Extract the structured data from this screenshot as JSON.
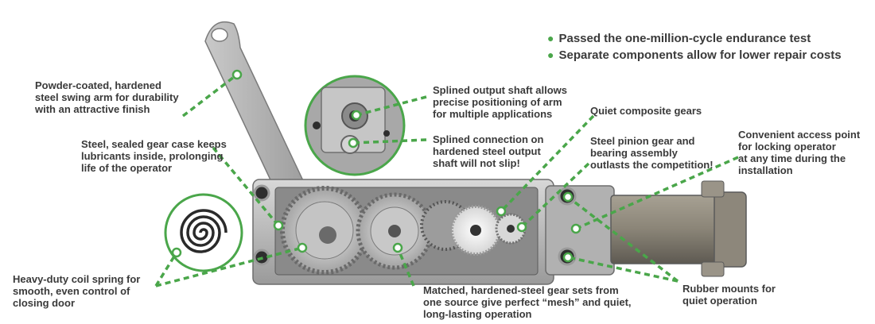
{
  "bullets": [
    "Passed the one-million-cycle endurance test",
    "Separate components allow for lower repair costs"
  ],
  "callouts": {
    "swing_arm": [
      "Powder-coated, hardened",
      "steel swing arm for durability",
      "with an attractive finish"
    ],
    "gear_case": [
      "Steel, sealed gear case keeps",
      "lubricants inside, prolonging",
      "life of the operator"
    ],
    "coil_spring": [
      "Heavy-duty coil spring for",
      "smooth, even control of",
      "closing door"
    ],
    "output_shaft": [
      "Splined output shaft allows",
      "precise positioning of arm",
      "for multiple applications"
    ],
    "splined_connection": [
      "Splined connection on",
      "hardened steel output",
      "shaft will not slip!"
    ],
    "composite_gears": [
      "Quiet composite gears"
    ],
    "pinion_gear": [
      "Steel pinion gear and",
      "bearing assembly",
      "outlasts the competition!"
    ],
    "access_point": [
      "Convenient access point",
      "for locking operator",
      "at any time during the",
      "installation"
    ],
    "gear_sets": [
      "Matched, hardened-steel gear sets from",
      "one source give perfect “mesh” and quiet,",
      "long-lasting operation"
    ],
    "rubber_mounts": [
      "Rubber mounts for",
      "quiet operation"
    ]
  },
  "colors": {
    "accent": "#4aa64a",
    "text": "#3a3a3a",
    "metal": "#b9b9b9",
    "metal_dark": "#6d6d6d"
  },
  "icons": [
    "bullet-dot-icon",
    "callout-dot-icon"
  ]
}
